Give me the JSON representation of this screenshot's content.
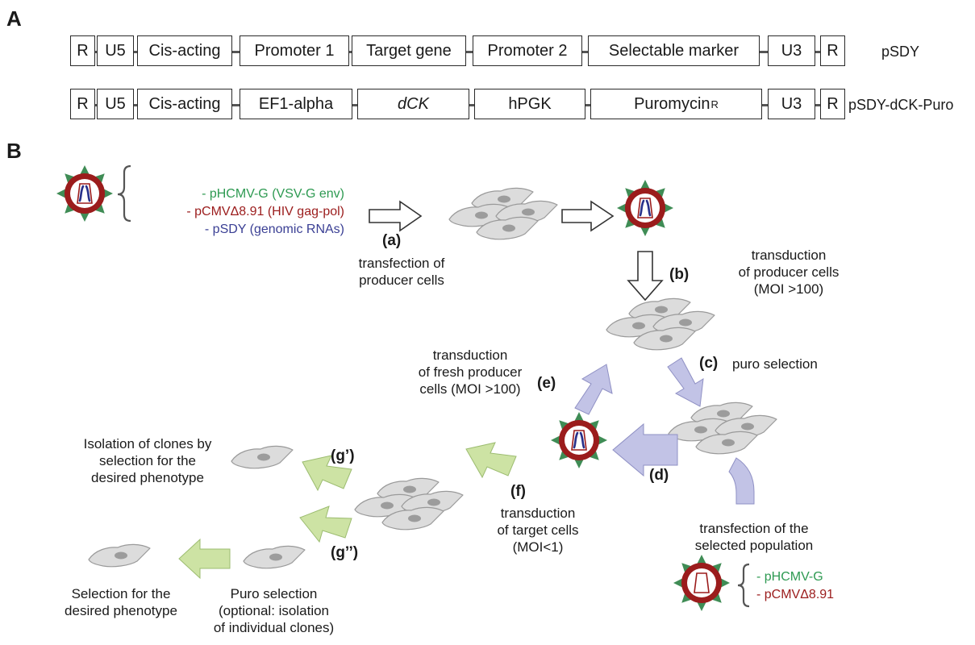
{
  "panel_a": {
    "letter": "A",
    "rows": [
      {
        "name": "pSDY",
        "boxes": [
          "R",
          "U5",
          "Cis-acting",
          "Promoter 1",
          "Target gene",
          "Promoter 2",
          "Selectable marker",
          "U3",
          "R"
        ]
      },
      {
        "name": "pSDY-dCK-Puro",
        "boxes": [
          "R",
          "U5",
          "Cis-acting",
          "EF1-alpha",
          "dCK",
          "hPGK",
          "Puromycin",
          "U3",
          "R"
        ],
        "superscript": "R"
      }
    ]
  },
  "panel_b": {
    "letter": "B",
    "plasmids_top": [
      {
        "text": "- pHCMV-G (VSV-G env)",
        "color": "#2e9a52"
      },
      {
        "text": "- pCMVΔ8.91 (HIV gag-pol)",
        "color": "#9b1c1c"
      },
      {
        "text": "- pSDY (genomic RNAs)",
        "color": "#3a3f94"
      }
    ],
    "plasmids_bottom": [
      {
        "text": "- pHCMV-G",
        "color": "#2e9a52"
      },
      {
        "text": "- pCMVΔ8.91",
        "color": "#9b1c1c"
      }
    ],
    "steps": {
      "a": "(a)",
      "b": "(b)",
      "c": "(c)",
      "d": "(d)",
      "e": "(e)",
      "f": "(f)",
      "g1": "(g’)",
      "g2": "(g’’)"
    },
    "labels": {
      "a1": "transfection of",
      "a2": "producer cells",
      "b1": "transduction",
      "b2": "of producer cells",
      "b3": "(MOI >100)",
      "c1": "puro selection",
      "e1": "transduction",
      "e2": "of fresh producer",
      "e3": "cells (MOI >100)",
      "f1": "transduction",
      "f2": "of target cells",
      "f3": "(MOI<1)",
      "d1": "transfection of the",
      "d2": "selected population",
      "g1a": "Isolation of clones by",
      "g1b": "selection for the",
      "g1c": "desired phenotype",
      "p1": "Puro selection",
      "p2": "(optional: isolation",
      "p3": "of individual clones)",
      "s1": "Selection for the",
      "s2": "desired phenotype"
    },
    "colors": {
      "arrow_purple": "#c2c3e6",
      "arrow_green": "#cde3a4",
      "virus_spike": "#3f8c55",
      "virus_ring": "#9b1c1c",
      "cell_fill": "#dcdcdc"
    }
  }
}
